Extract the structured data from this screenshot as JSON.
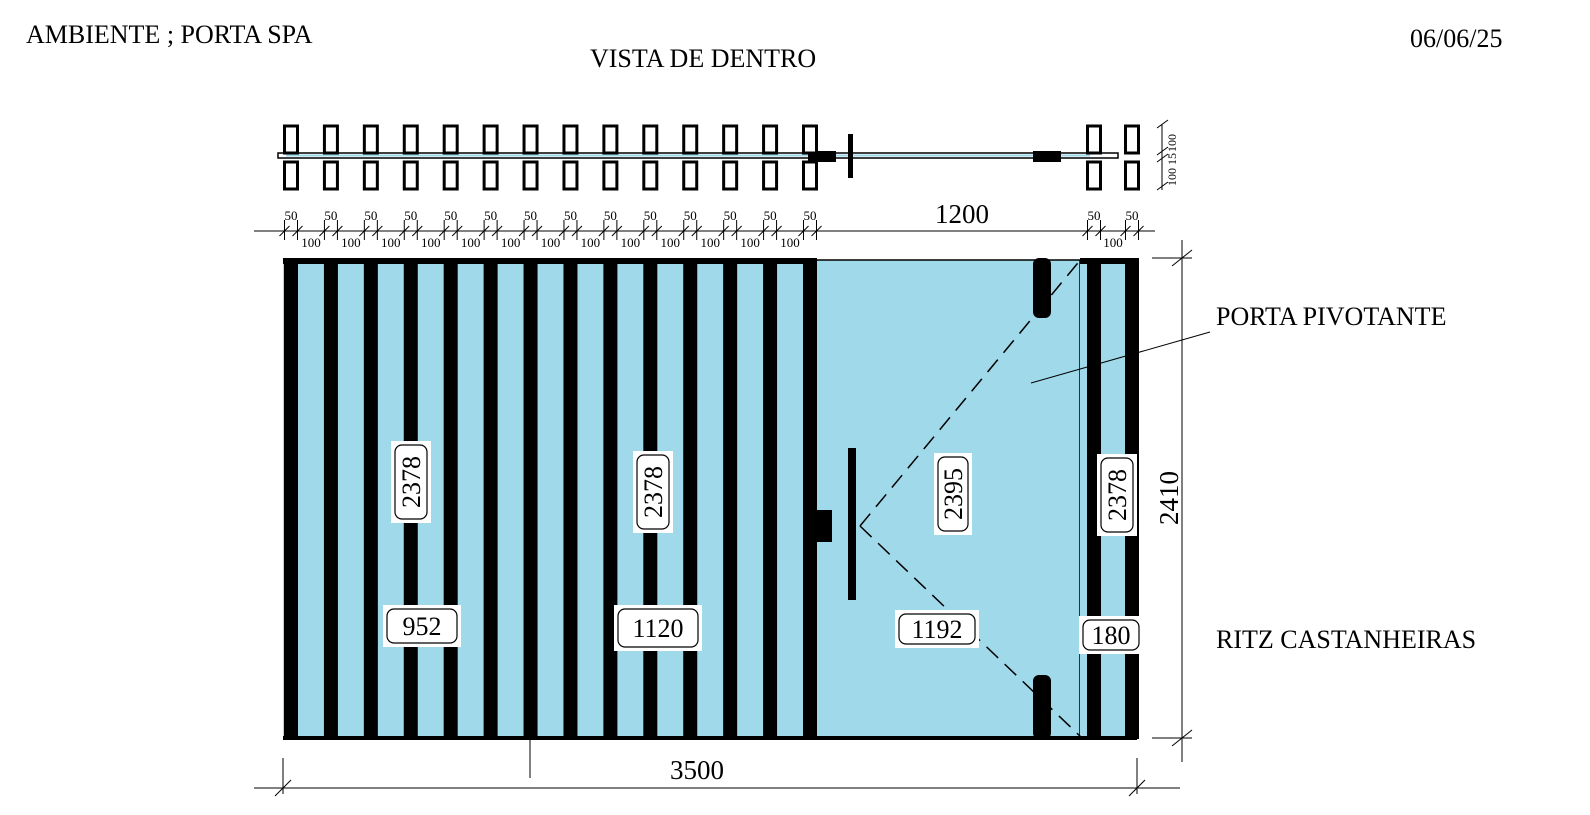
{
  "header": {
    "ambiente": "AMBIENTE ; PORTA SPA",
    "view": "VISTA DE DENTRO",
    "date": "06/06/25"
  },
  "labels": {
    "door": "PORTA PIVOTANTE",
    "client": "RITZ CASTANHEIRAS"
  },
  "colors": {
    "glass": "#9fd9ea",
    "slat": "#000000",
    "line": "#000000"
  },
  "plan_dims": {
    "slat_depth_top": "100",
    "gap": "15",
    "slat_depth_bottom": "100"
  },
  "top_dims": {
    "slat_width": "50",
    "spacing": "100",
    "door_width": "1200",
    "slat_count_left": 14,
    "slat_count_right": 2
  },
  "height_dims": {
    "total_height": "2410",
    "panel_left": "2378",
    "panel_middle": "2378",
    "door_diagonal": "2395",
    "panel_right": "2378"
  },
  "width_dims": {
    "total_width": "3500",
    "panel_left": "952",
    "panel_middle": "1120",
    "door": "1192",
    "panel_right": "180"
  }
}
